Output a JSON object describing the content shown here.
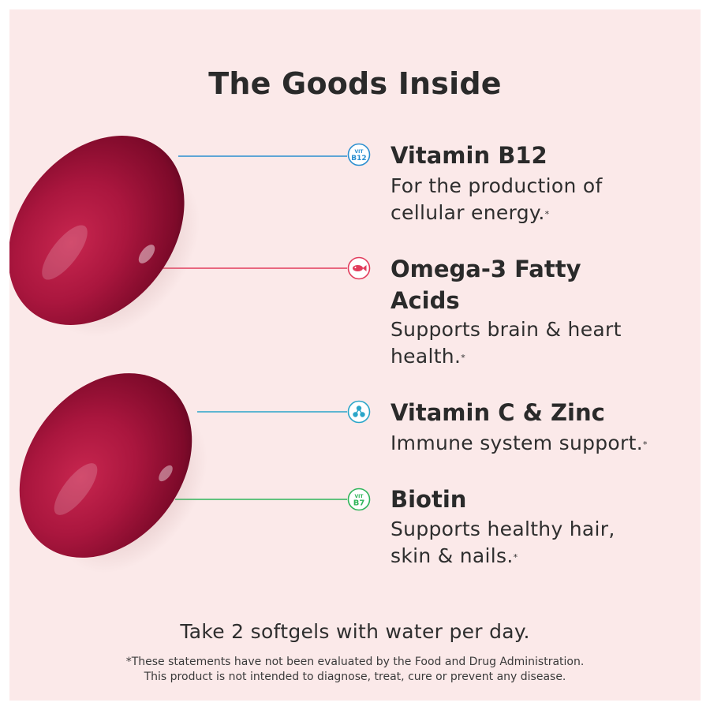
{
  "heading": "The Goods Inside",
  "ingredients": [
    {
      "icon": "vit-b12-icon",
      "icon_line1": "VIT",
      "icon_line2": "B12",
      "color": "#2b8fd0",
      "name": "Vitamin B12",
      "desc_line1": "For the production of",
      "desc_line2": "cellular energy.",
      "mark": "*"
    },
    {
      "icon": "fish-icon",
      "color": "#e23c5c",
      "name_line1": "Omega-3 Fatty",
      "name_line2": "Acids",
      "desc_line1": "Supports brain & heart",
      "desc_line2": "health.",
      "mark": "*"
    },
    {
      "icon": "molecule-icon",
      "color": "#2aa6c9",
      "name": "Vitamin C & Zinc",
      "desc_line1": "Immune system support.",
      "mark": "*"
    },
    {
      "icon": "vit-b7-icon",
      "icon_line1": "VIT",
      "icon_line2": "B7",
      "color": "#2fb55a",
      "name": "Biotin",
      "desc_line1": "Supports healthy hair,",
      "desc_line2": "skin & nails.",
      "mark": "*"
    }
  ],
  "dosage": "Take 2 softgels with water per day.",
  "disclaimer_line1": "*These statements have not been evaluated by the Food and Drug Administration.",
  "disclaimer_line2": "This product is not intended to diagnose, treat, cure or prevent any disease.",
  "colors": {
    "background": "#fbe9e9",
    "softgel": "#a8163f",
    "text": "#2a2a2a"
  }
}
